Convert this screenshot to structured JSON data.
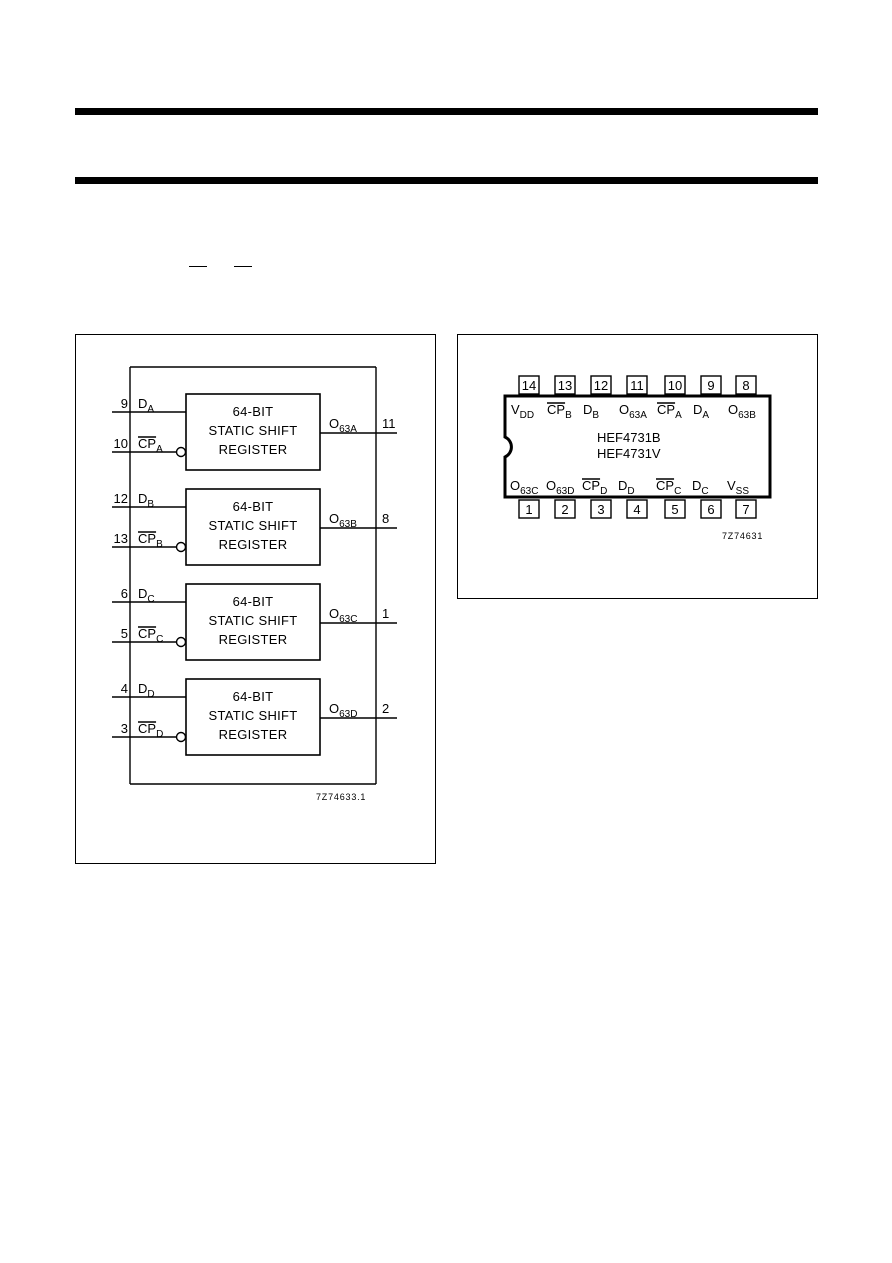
{
  "block_diagram": {
    "registers": [
      {
        "id": "A",
        "lines": [
          "64-BIT",
          "STATIC SHIFT",
          "REGISTER"
        ],
        "d_pin": "9",
        "d_label": "D",
        "d_sub": "A",
        "cp_pin": "10",
        "cp_label": "CP",
        "cp_sub": "A",
        "out_label": "O",
        "out_sub": "63A",
        "out_pin": "11"
      },
      {
        "id": "B",
        "lines": [
          "64-BIT",
          "STATIC SHIFT",
          "REGISTER"
        ],
        "d_pin": "12",
        "d_label": "D",
        "d_sub": "B",
        "cp_pin": "13",
        "cp_label": "CP",
        "cp_sub": "B",
        "out_label": "O",
        "out_sub": "63B",
        "out_pin": "8"
      },
      {
        "id": "C",
        "lines": [
          "64-BIT",
          "STATIC SHIFT",
          "REGISTER"
        ],
        "d_pin": "6",
        "d_label": "D",
        "d_sub": "C",
        "cp_pin": "5",
        "cp_label": "CP",
        "cp_sub": "C",
        "out_label": "O",
        "out_sub": "63C",
        "out_pin": "1"
      },
      {
        "id": "D",
        "lines": [
          "64-BIT",
          "STATIC SHIFT",
          "REGISTER"
        ],
        "d_pin": "4",
        "d_label": "D",
        "d_sub": "D",
        "cp_pin": "3",
        "cp_label": "CP",
        "cp_sub": "D",
        "out_label": "O",
        "out_sub": "63D",
        "out_pin": "2"
      }
    ],
    "figure_code": "7Z74633.1"
  },
  "pinning": {
    "top_pins": [
      {
        "pin": "14",
        "label": "V",
        "sub": "DD",
        "overbar": false
      },
      {
        "pin": "13",
        "label": "CP",
        "sub": "B",
        "overbar": true
      },
      {
        "pin": "12",
        "label": "D",
        "sub": "B",
        "overbar": false
      },
      {
        "pin": "11",
        "label": "O",
        "sub": "63A",
        "overbar": false
      },
      {
        "pin": "10",
        "label": "CP",
        "sub": "A",
        "overbar": true
      },
      {
        "pin": "9",
        "label": "D",
        "sub": "A",
        "overbar": false
      },
      {
        "pin": "8",
        "label": "O",
        "sub": "63B",
        "overbar": false
      }
    ],
    "bottom_pins": [
      {
        "pin": "1",
        "label": "O",
        "sub": "63C",
        "overbar": false
      },
      {
        "pin": "2",
        "label": "O",
        "sub": "63D",
        "overbar": false
      },
      {
        "pin": "3",
        "label": "CP",
        "sub": "D",
        "overbar": true
      },
      {
        "pin": "4",
        "label": "D",
        "sub": "D",
        "overbar": false
      },
      {
        "pin": "5",
        "label": "CP",
        "sub": "C",
        "overbar": true
      },
      {
        "pin": "6",
        "label": "D",
        "sub": "C",
        "overbar": false
      },
      {
        "pin": "7",
        "label": "V",
        "sub": "SS",
        "overbar": false
      }
    ],
    "part_numbers": [
      "HEF4731B",
      "HEF4731V"
    ],
    "figure_code": "7Z74631"
  }
}
